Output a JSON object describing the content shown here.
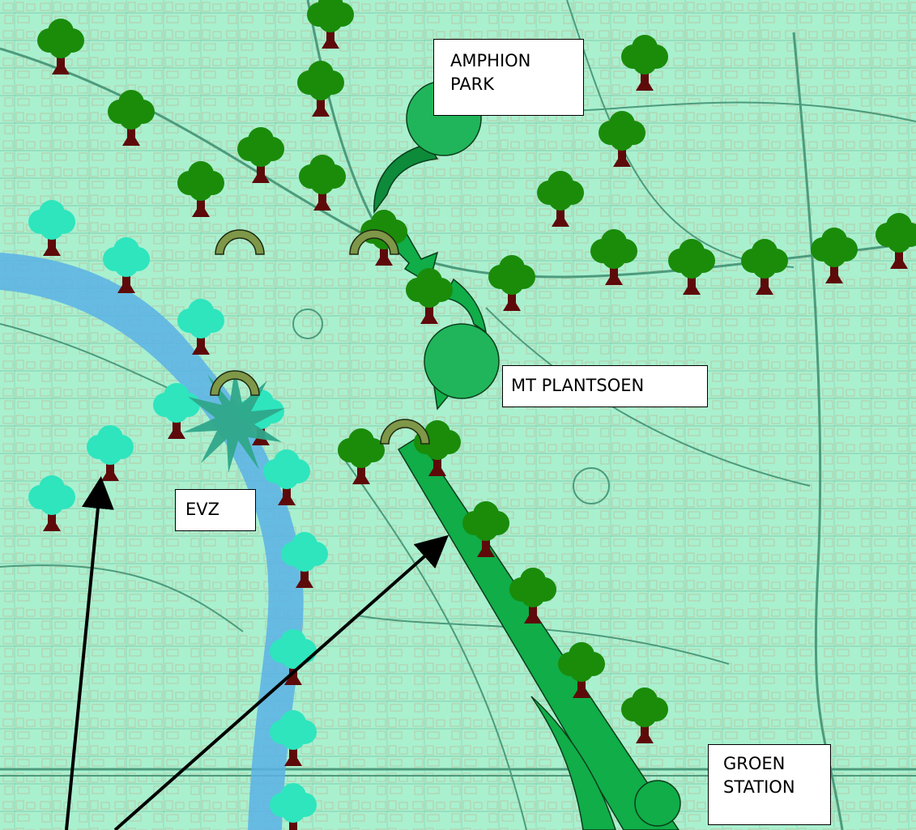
{
  "labels": {
    "amphion_park": "AMPHION\nPARK",
    "mt_plantsoen": "MT PLANTSOEN",
    "evz": "EVZ",
    "groen_station": "GROEN\nSTATION"
  },
  "colors": {
    "background": "#a9f0cf",
    "streets": "#4c9b7c",
    "buildings": "#c99a74",
    "river": "#5ab2e6",
    "tree_dark_canopy": "#1a8c0a",
    "tree_light_canopy": "#2ee5be",
    "tree_trunk": "#5e0a0a",
    "gate_arch": "#7e9748",
    "corridor_green": "#10ad48",
    "evz_star": "#2fa68a",
    "arrow": "#000000"
  },
  "icons": {
    "tree": "tree-icon",
    "gate": "arch-icon",
    "star": "star-icon",
    "park": "circle-icon",
    "arrow": "arrow-icon"
  }
}
